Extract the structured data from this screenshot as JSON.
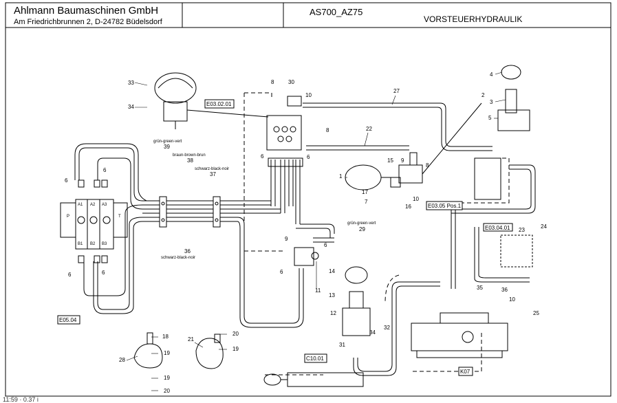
{
  "header": {
    "company": "Ahlmann Baumaschinen GmbH",
    "address": "Am Friedrichbrunnen 2,  D-24782 Büdelsdorf",
    "model": "AS700_AZ75",
    "section": "VORSTEUERHYDRAULIK"
  },
  "status_bar": {
    "text": "11:59 · 0.37 i"
  },
  "references": {
    "e0302": "E03.02.01",
    "e0305": "E03.05 Pos.1",
    "e0304": "E03.04.01",
    "e0504": "E05.04",
    "c1001": "C10.01",
    "k07": "K07"
  },
  "hose_labels": {
    "gruen_top": "grün-green-vert",
    "braun": "braun-brown-brun",
    "schwarz_top": "schwarz-black-noir",
    "gruen_right": "grün-green-vert",
    "schwarz_bottom": "schwarz-black-noir"
  },
  "valve_block": {
    "ports": [
      "A1",
      "A2",
      "A3",
      "B1",
      "B2",
      "B3",
      "P",
      "T"
    ]
  },
  "callouts": {
    "n1": "1",
    "n2": "2",
    "n3": "3",
    "n4": "4",
    "n5": "5",
    "n6a": "6",
    "n6b": "6",
    "n6c": "6",
    "n6d": "6",
    "n6e": "6",
    "n6f": "6",
    "n6g": "6",
    "n6h": "6",
    "n7": "7",
    "n8a": "8",
    "n8b": "8",
    "n8c": "8",
    "n9a": "9",
    "n9b": "9",
    "n10a": "10",
    "n10b": "10",
    "n10c": "10",
    "n11": "11",
    "n12": "12",
    "n13": "13",
    "n14": "14",
    "n15": "15",
    "n16": "16",
    "n17": "17",
    "n18": "18",
    "n19a": "19",
    "n19b": "19",
    "n19c": "19",
    "n20a": "20",
    "n20b": "20",
    "n21": "21",
    "n22": "22",
    "n23": "23",
    "n24": "24",
    "n25": "25",
    "n27": "27",
    "n28": "28",
    "n29": "29",
    "n30": "30",
    "n31": "31",
    "n32": "32",
    "n33": "33",
    "n34a": "34",
    "n34b": "34",
    "n35": "35",
    "n36a": "36",
    "n36b": "36",
    "n37": "37",
    "n38": "38",
    "n39": "39"
  }
}
